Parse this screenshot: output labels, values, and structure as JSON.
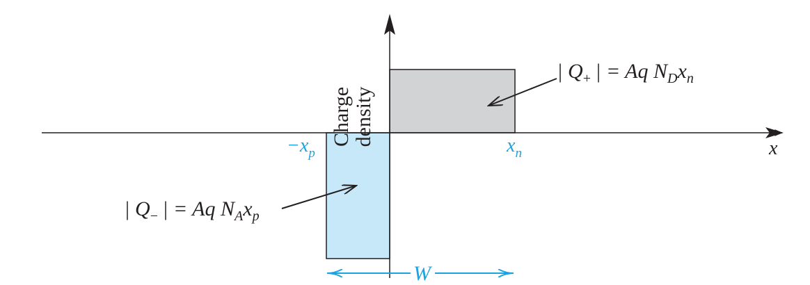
{
  "diagram": {
    "y_axis_label_line1": "Charge",
    "y_axis_label_line2": "density",
    "x_axis_label": "x",
    "neg_xp_label": "−x",
    "neg_xp_sub": "p",
    "xn_label": "x",
    "xn_sub": "n",
    "width_label": "W",
    "q_plus": {
      "bar_open": "|",
      "Q": "Q",
      "sub": "+",
      "bar_close": "|",
      "eq": "= Aq N",
      "N_sub": "D",
      "x": "x",
      "x_sub": "n"
    },
    "q_minus": {
      "bar_open": "|",
      "Q": "Q",
      "sub": "−",
      "bar_close": "|",
      "eq": "= Aq N",
      "N_sub": "A",
      "x": "x",
      "x_sub": "p"
    },
    "colors": {
      "positive_fill": "#d1d3d4",
      "negative_fill": "#c7e8f8",
      "accent": "#1aa3e0",
      "line": "#231f20"
    }
  }
}
